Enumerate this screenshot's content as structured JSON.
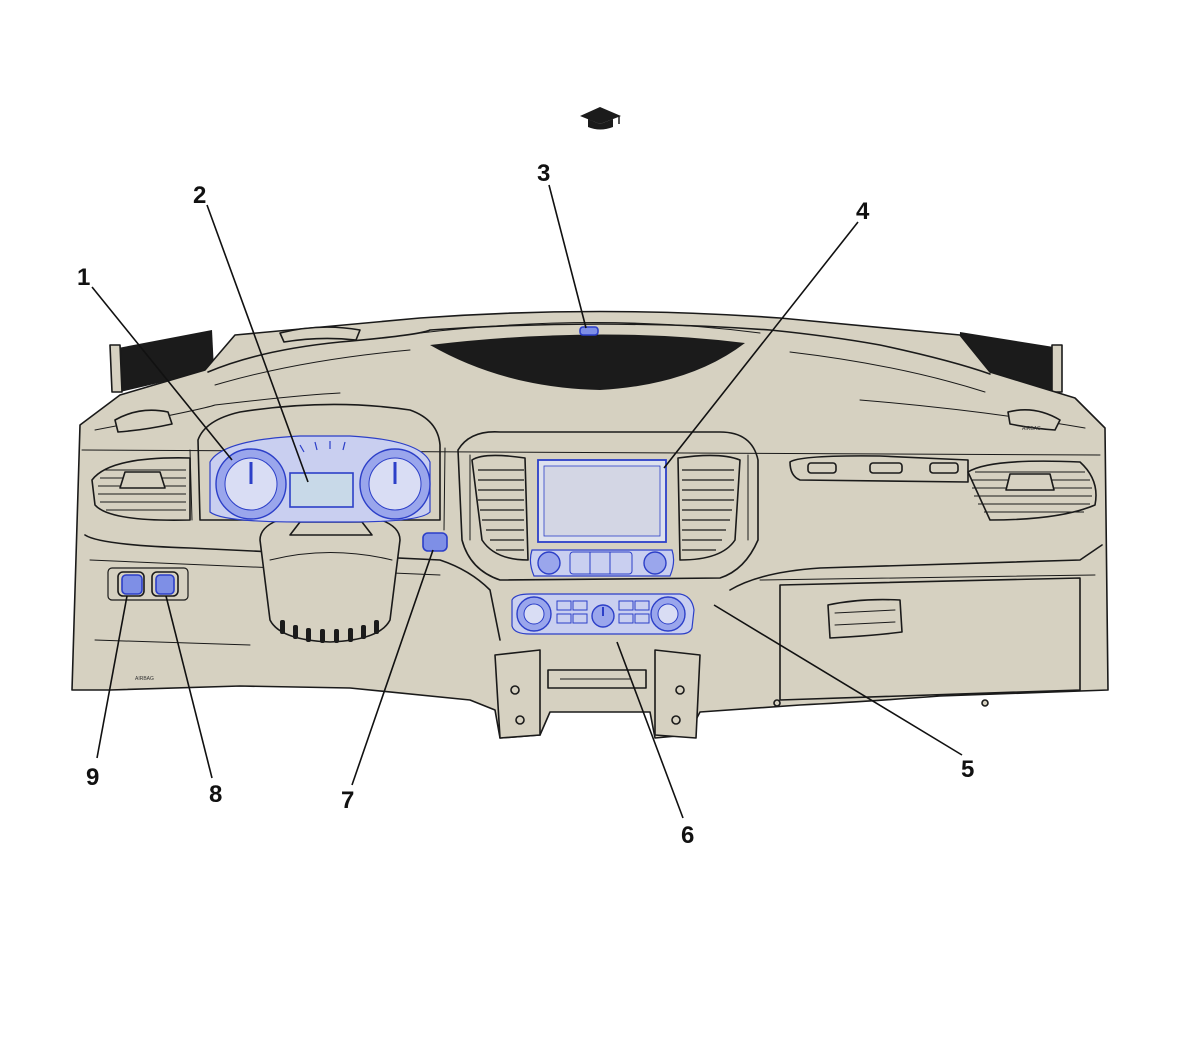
{
  "header": {
    "icon": "graduation-cap-icon"
  },
  "colors": {
    "dashboard_fill": "#d6d1c1",
    "highlight": "#7e8fe6",
    "highlight_outline": "#2c3fc8",
    "outline": "#1a1a1a"
  },
  "callouts": [
    {
      "id": "1",
      "label": "1"
    },
    {
      "id": "2",
      "label": "2"
    },
    {
      "id": "3",
      "label": "3"
    },
    {
      "id": "4",
      "label": "4"
    },
    {
      "id": "5",
      "label": "5"
    },
    {
      "id": "6",
      "label": "6"
    },
    {
      "id": "7",
      "label": "7"
    },
    {
      "id": "8",
      "label": "8"
    },
    {
      "id": "9",
      "label": "9"
    }
  ],
  "labels": {
    "airbag_left": "AIRBAG",
    "airbag_right": "AIRBAG"
  }
}
